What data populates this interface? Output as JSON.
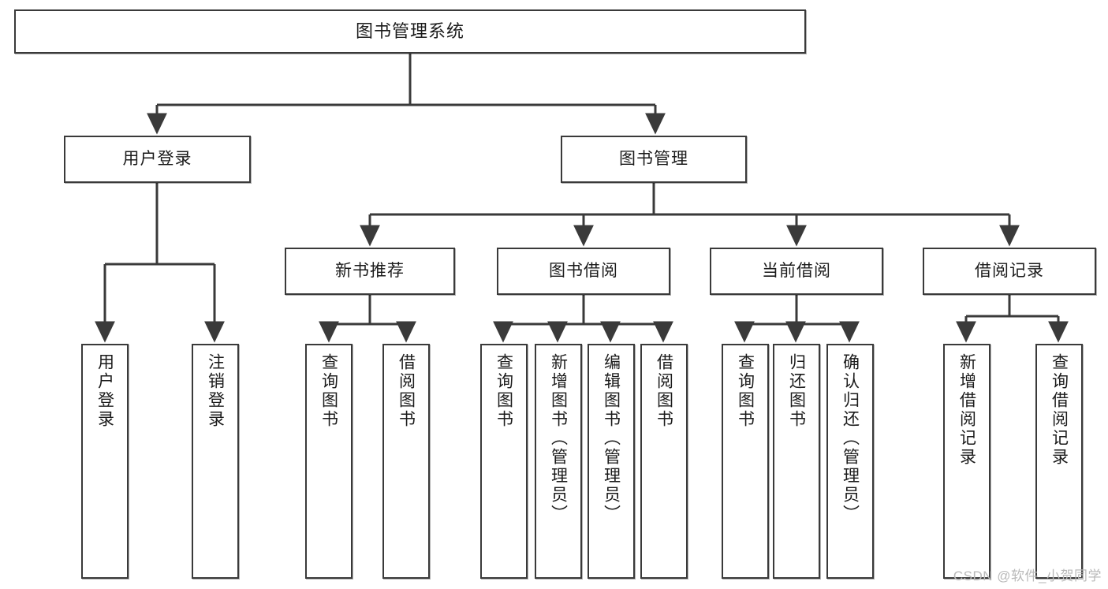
{
  "diagram": {
    "title": "图书管理系统",
    "type": "tree",
    "colors": {
      "box_border": "#3a3a3a",
      "box_fill": "#ffffff",
      "connector": "#3a3a3a",
      "text": "#1b1b1b",
      "watermark": "#b9b9b9"
    },
    "watermark": "CSDN @软件_小贺同学",
    "nodes": {
      "root": {
        "label": "图书管理系统",
        "level": 0
      },
      "user_login": {
        "label": "用户登录",
        "level": 1
      },
      "book_manage": {
        "label": "图书管理",
        "level": 1
      },
      "new_book_rec": {
        "label": "新书推荐",
        "level": 2
      },
      "book_borrow": {
        "label": "图书借阅",
        "level": 2
      },
      "current_borrow": {
        "label": "当前借阅",
        "level": 2
      },
      "borrow_record": {
        "label": "借阅记录",
        "level": 2
      },
      "leaf_user_login": {
        "label": "用户登录",
        "level": 2,
        "orientation": "vertical"
      },
      "leaf_logout": {
        "label": "注销登录",
        "level": 2,
        "orientation": "vertical"
      },
      "leaf_query_book_1": {
        "label": "查询图书",
        "level": 3,
        "orientation": "vertical"
      },
      "leaf_borrow_book_1": {
        "label": "借阅图书",
        "level": 3,
        "orientation": "vertical"
      },
      "leaf_query_book_2": {
        "label": "查询图书",
        "level": 3,
        "orientation": "vertical"
      },
      "leaf_add_book": {
        "label": "新增图书（管理员）",
        "level": 3,
        "orientation": "vertical"
      },
      "leaf_edit_book": {
        "label": "编辑图书（管理员）",
        "level": 3,
        "orientation": "vertical"
      },
      "leaf_borrow_book_2": {
        "label": "借阅图书",
        "level": 3,
        "orientation": "vertical"
      },
      "leaf_query_book_3": {
        "label": "查询图书",
        "level": 3,
        "orientation": "vertical"
      },
      "leaf_return_book": {
        "label": "归还图书",
        "level": 3,
        "orientation": "vertical"
      },
      "leaf_confirm_return": {
        "label": "确认归还（管理员）",
        "level": 3,
        "orientation": "vertical"
      },
      "leaf_add_record": {
        "label": "新增借阅记录",
        "level": 3,
        "orientation": "vertical"
      },
      "leaf_query_record": {
        "label": "查询借阅记录",
        "level": 3,
        "orientation": "vertical"
      }
    },
    "edges": [
      {
        "from": "root",
        "to": "user_login"
      },
      {
        "from": "root",
        "to": "book_manage"
      },
      {
        "from": "user_login",
        "to": "leaf_user_login"
      },
      {
        "from": "user_login",
        "to": "leaf_logout"
      },
      {
        "from": "book_manage",
        "to": "new_book_rec"
      },
      {
        "from": "book_manage",
        "to": "book_borrow"
      },
      {
        "from": "book_manage",
        "to": "current_borrow"
      },
      {
        "from": "book_manage",
        "to": "borrow_record"
      },
      {
        "from": "new_book_rec",
        "to": "leaf_query_book_1"
      },
      {
        "from": "new_book_rec",
        "to": "leaf_borrow_book_1"
      },
      {
        "from": "book_borrow",
        "to": "leaf_query_book_2"
      },
      {
        "from": "book_borrow",
        "to": "leaf_add_book"
      },
      {
        "from": "book_borrow",
        "to": "leaf_edit_book"
      },
      {
        "from": "book_borrow",
        "to": "leaf_borrow_book_2"
      },
      {
        "from": "current_borrow",
        "to": "leaf_query_book_3"
      },
      {
        "from": "current_borrow",
        "to": "leaf_return_book"
      },
      {
        "from": "current_borrow",
        "to": "leaf_confirm_return"
      },
      {
        "from": "borrow_record",
        "to": "leaf_add_record"
      },
      {
        "from": "borrow_record",
        "to": "leaf_query_record"
      }
    ]
  }
}
